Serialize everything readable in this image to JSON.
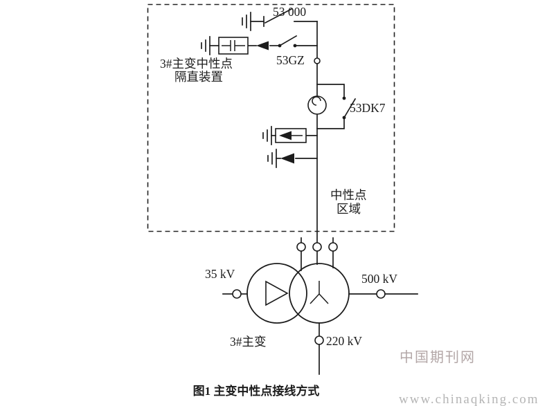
{
  "figure": {
    "caption": "图1 主变中性点接线方式",
    "watermark": {
      "site": "中国期刊网",
      "url": "www.chinaqking.com"
    }
  },
  "diagram": {
    "zone_label": {
      "line1": "中性点",
      "line2": "区域"
    },
    "device_label": {
      "line1": "3#主变中性点",
      "line2": "隔直装置"
    },
    "switches": {
      "top_disconnector": "53 000",
      "neutral_disconnector": "53GZ",
      "neutral_breaker": "53DK7"
    },
    "transformer": {
      "name": "3#主变",
      "tertiary_voltage": "35 kV",
      "hv_voltage": "500 kV",
      "mv_voltage": "220 kV"
    },
    "colors": {
      "line": "#1c1c1c",
      "watermark_cn": "#b3a7a7",
      "watermark_url": "#b5b5b5",
      "background": "#ffffff"
    }
  }
}
